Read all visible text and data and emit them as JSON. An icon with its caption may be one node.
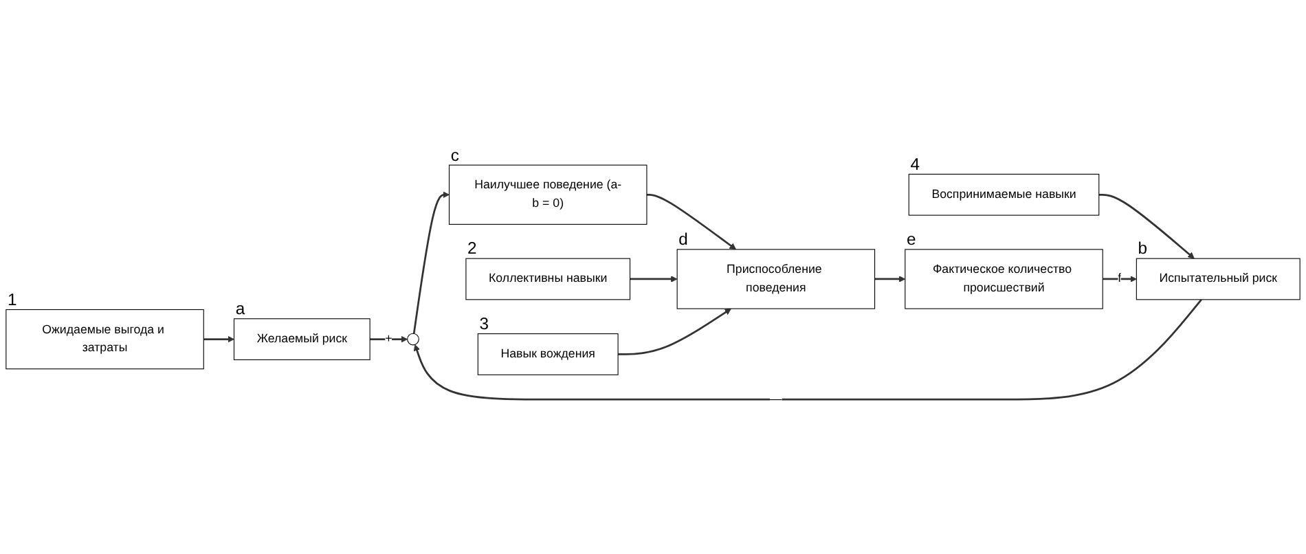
{
  "diagram": {
    "nodes": [
      {
        "text": [
          "Ожидаемые выгода и затраты"
        ],
        "beside": [
          "1"
        ]
      },
      {
        "text": [
          "Желаемый риск"
        ],
        "beside": [
          "a"
        ]
      },
      {
        "text": [],
        "shape": "circle"
      },
      {
        "text": [
          "Наилучшее поведение (a-b = 0)"
        ],
        "beside": [
          "c"
        ]
      },
      {
        "text": [
          "Воспринимаемые навыки"
        ],
        "beside": [
          "4"
        ]
      },
      {
        "text": [
          "Испытательный риск"
        ],
        "beside": [
          "b"
        ]
      },
      {
        "text": [
          "Коллективны навыки"
        ],
        "beside": [
          "2"
        ]
      },
      {
        "text": [
          "Приспособление поведения"
        ],
        "beside": [
          "d"
        ]
      },
      {
        "text": [
          "Навык вождения"
        ],
        "beside": [
          "3"
        ]
      },
      {
        "text": [
          "Фактическое количество происшествий"
        ],
        "beside": [
          "e"
        ]
      }
    ],
    "edges": [
      {
        "from": 0,
        "to": 1,
        "arrow": "to"
      },
      {
        "from": 1,
        "to": 2,
        "arrow": "to",
        "label": "+"
      },
      {
        "from": 5,
        "to": 2,
        "arrow": "to",
        "label": "—"
      },
      {
        "from": 2,
        "to": 3,
        "arrow": "to"
      },
      {
        "from": 4,
        "to": 5,
        "arrow": "to"
      },
      {
        "from": 3,
        "to": 7,
        "arrow": "to"
      },
      {
        "from": 6,
        "to": 7,
        "arrow": "to"
      },
      {
        "from": 8,
        "to": 7,
        "arrow": "to"
      },
      {
        "from": 7,
        "to": 9,
        "arrow": "to"
      },
      {
        "from": 9,
        "to": 5,
        "arrow": "to",
        "label": "f"
      }
    ]
  }
}
